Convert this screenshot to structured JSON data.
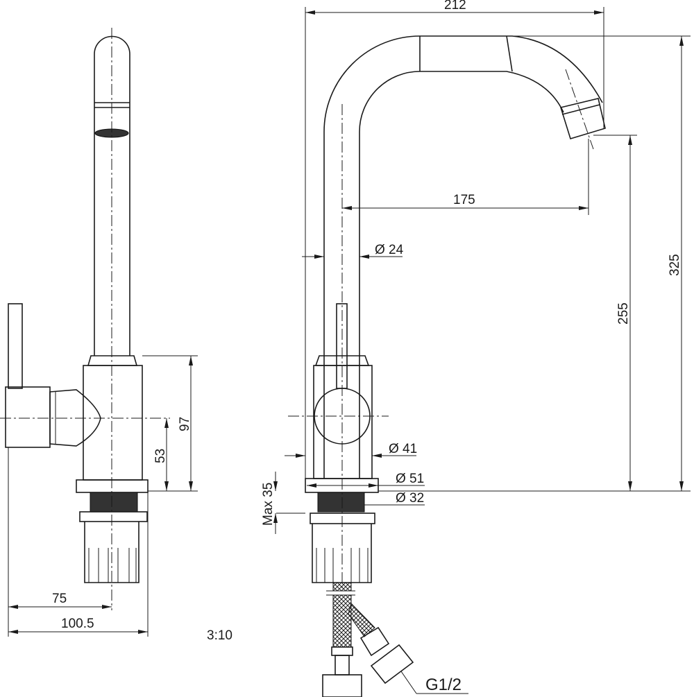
{
  "drawing": {
    "scale": "3:10",
    "side_view": {
      "dims": {
        "d97": "97",
        "d53": "53",
        "d75": "75",
        "d100_5": "100.5"
      }
    },
    "front_view": {
      "dims": {
        "d212": "212",
        "d325": "325",
        "d255": "255",
        "d175": "175",
        "dia24": "Ø 24",
        "dia41": "Ø 41",
        "dia51": "Ø 51",
        "dia32": "Ø 32",
        "max35": "Max 35",
        "thread": "G1/2"
      }
    }
  }
}
